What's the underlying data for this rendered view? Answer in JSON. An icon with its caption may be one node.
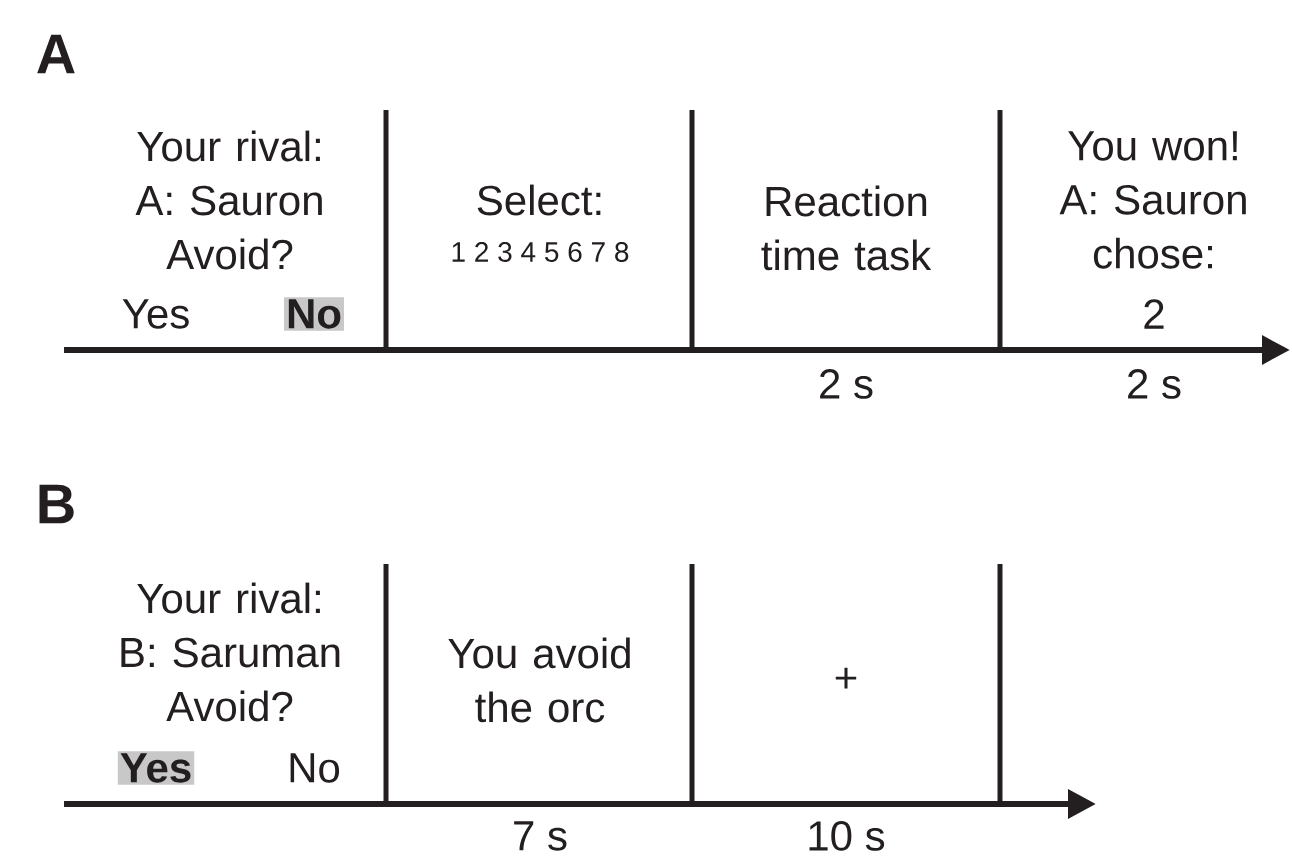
{
  "diagram": {
    "labels": [
      "A",
      "Your rival: A: Sauron Avoid?",
      "Yes",
      "No",
      "Select:",
      "1 2 3 4 5 6 7 8",
      "Reaction time task",
      "You won! A: Sauron chose:",
      "2",
      "2 s",
      "2 s",
      "B",
      "Your rival: B: Saruman Avoid?",
      "Yes",
      "No",
      "You avoid the orc",
      "+",
      "7 s",
      "10 s"
    ]
  }
}
